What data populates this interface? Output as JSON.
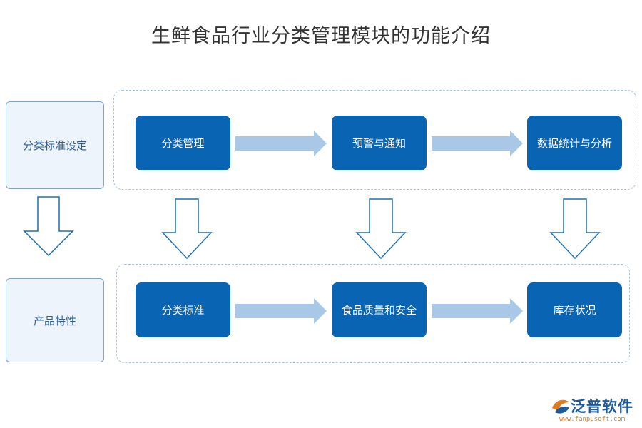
{
  "title": "生鲜食品行业分类管理模块的功能介绍",
  "rows": [
    {
      "side_label": "分类标准设定",
      "nodes": [
        "分类管理",
        "预警与通知",
        "数据统计与分析"
      ]
    },
    {
      "side_label": "产品特性",
      "nodes": [
        "分类标准",
        "食品质量和安全",
        "库存状况"
      ]
    }
  ],
  "colors": {
    "node_fill": "#0a64b4",
    "side_fill": "#eef4fb",
    "side_border": "#7fa3cc",
    "h_arrow": "#a9c8e8",
    "v_arrow_stroke": "#1f6fb8",
    "frame": "#a8c3e0"
  },
  "logo": {
    "brand": "泛普软件",
    "url": "www.fanpusoft.com",
    "icon": "fanpu-logo-icon"
  }
}
